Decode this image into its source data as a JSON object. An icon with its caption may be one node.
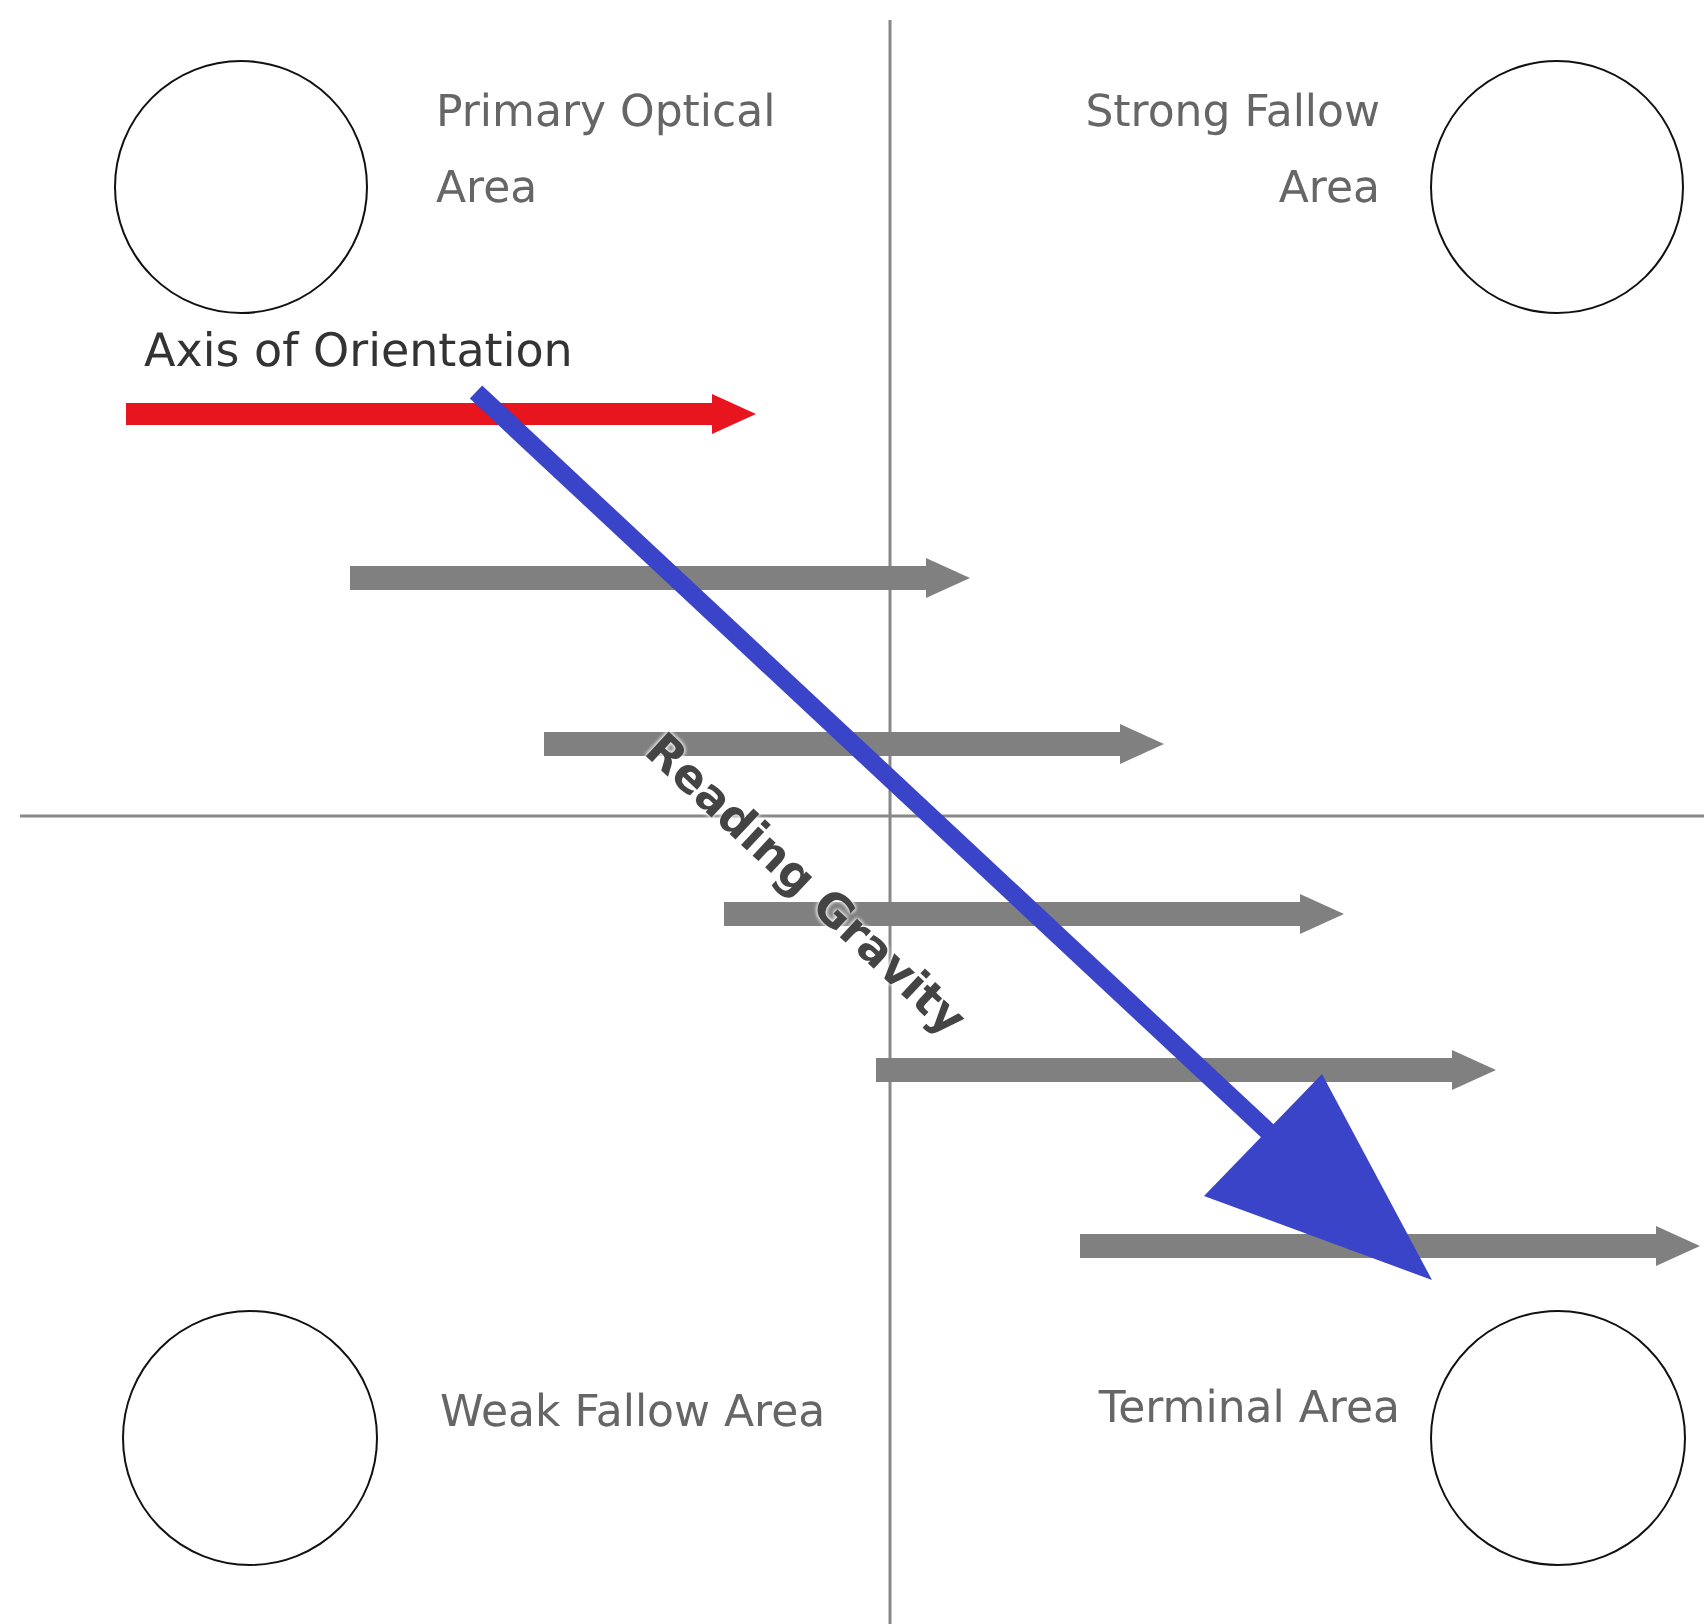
{
  "diagram": {
    "nodes": [
      {
        "text": [],
        "shape": "circle",
        "beside": [
          "Primary Optical Area"
        ]
      },
      {
        "text": [],
        "shape": "circle",
        "beside": [
          "Strong Fallow Area"
        ]
      },
      {
        "text": [],
        "shape": "circle",
        "beside": [
          "Weak Fallow Area"
        ]
      },
      {
        "text": [],
        "shape": "circle",
        "beside": [
          "Terminal Area"
        ]
      }
    ],
    "labels": [
      "Axis of Orientation",
      "Reading Gravity"
    ]
  }
}
